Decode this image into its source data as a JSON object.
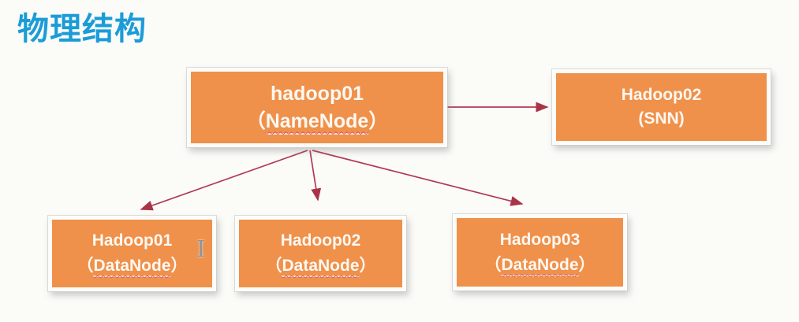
{
  "title": "物理结构",
  "nodes": {
    "namenode": {
      "host": "hadoop01",
      "paren_open": "（",
      "role": "NameNode",
      "paren_close": "）"
    },
    "snn": {
      "host": "Hadoop02",
      "role_label": "(SNN)"
    },
    "datanode1": {
      "host": "Hadoop01",
      "paren_open": "（",
      "role": "DataNode",
      "paren_close": "）"
    },
    "datanode2": {
      "host": "Hadoop02",
      "paren_open": "（",
      "role": "DataNode",
      "paren_close": "）"
    },
    "datanode3": {
      "host": "Hadoop03",
      "paren_open": "（",
      "role": "DataNode",
      "paren_close": "）"
    }
  },
  "edges": [
    {
      "from": "namenode",
      "to": "snn"
    },
    {
      "from": "namenode",
      "to": "datanode1"
    },
    {
      "from": "namenode",
      "to": "datanode2"
    },
    {
      "from": "namenode",
      "to": "datanode3"
    }
  ],
  "colors": {
    "title": "#1b9cd8",
    "node_fill": "#ef914b",
    "node_border": "#fcfcfb",
    "node_text": "#fdf8f2",
    "arrow_line": "#b03a52",
    "arrow_head": "#a93448",
    "spellcheck_underline": "#dd5864",
    "background": "#fbfbf8"
  },
  "cursor_glyph": "I"
}
